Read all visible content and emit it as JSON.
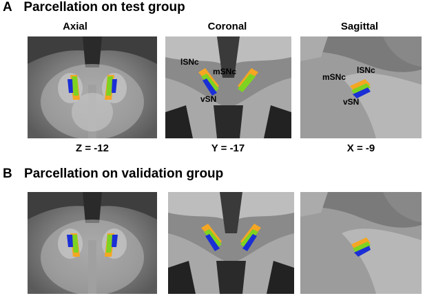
{
  "section_a": {
    "letter": "A",
    "title": "Parcellation on test group"
  },
  "section_b": {
    "letter": "B",
    "title": "Parcellation on validation group"
  },
  "views": {
    "axial": "Axial",
    "coronal": "Coronal",
    "sagittal": "Sagittal"
  },
  "coordinates": {
    "axial": "Z = -12",
    "coronal": "Y = -17",
    "sagittal": "X = -9"
  },
  "region_labels": {
    "lateral": "lSNc",
    "medial": "mSNc",
    "ventral": "vSN"
  },
  "colors": {
    "lateral": "#f5a623",
    "medial": "#7ed321",
    "ventral": "#1a2fd6"
  }
}
